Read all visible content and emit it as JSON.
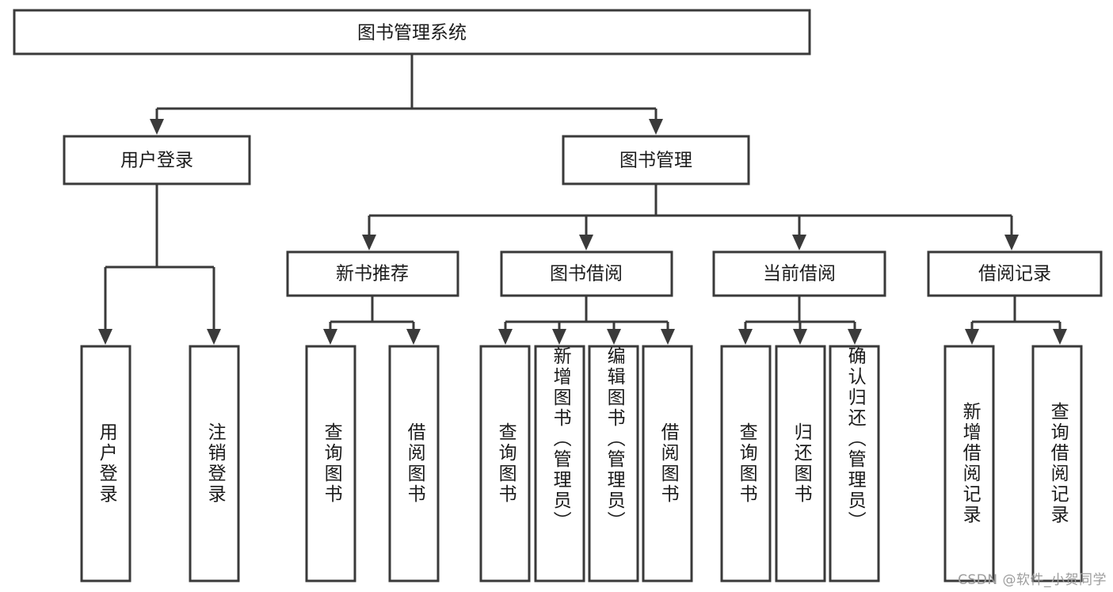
{
  "diagram": {
    "title": "图书管理系统",
    "type": "hierarchy-tree",
    "root": {
      "id": "root",
      "label": "图书管理系统",
      "orientation": "horizontal"
    },
    "level2": [
      {
        "id": "user-login",
        "label": "用户登录",
        "orientation": "horizontal"
      },
      {
        "id": "book-manage",
        "label": "图书管理",
        "orientation": "horizontal"
      }
    ],
    "level3": [
      {
        "id": "new-book-rec",
        "label": "新书推荐",
        "parent": "book-manage",
        "orientation": "horizontal"
      },
      {
        "id": "book-borrow",
        "label": "图书借阅",
        "parent": "book-manage",
        "orientation": "horizontal"
      },
      {
        "id": "current-borrow",
        "label": "当前借阅",
        "parent": "book-manage",
        "orientation": "horizontal"
      },
      {
        "id": "borrow-record",
        "label": "借阅记录",
        "parent": "book-manage",
        "orientation": "horizontal"
      }
    ],
    "leaves": [
      {
        "id": "leaf-user-login",
        "label": "用户登录",
        "parent": "user-login"
      },
      {
        "id": "leaf-user-logout",
        "label": "注销登录",
        "parent": "user-login"
      },
      {
        "id": "leaf-query-book-1",
        "label": "查询图书",
        "parent": "new-book-rec"
      },
      {
        "id": "leaf-borrow-book-1",
        "label": "借阅图书",
        "parent": "new-book-rec"
      },
      {
        "id": "leaf-query-book-2",
        "label": "查询图书",
        "parent": "book-borrow"
      },
      {
        "id": "leaf-add-book",
        "label": "新增图书（管理员）",
        "parent": "book-borrow"
      },
      {
        "id": "leaf-edit-book",
        "label": "编辑图书（管理员）",
        "parent": "book-borrow"
      },
      {
        "id": "leaf-borrow-book-2",
        "label": "借阅图书",
        "parent": "book-borrow"
      },
      {
        "id": "leaf-query-book-3",
        "label": "查询图书",
        "parent": "current-borrow"
      },
      {
        "id": "leaf-return-book",
        "label": "归还图书",
        "parent": "current-borrow"
      },
      {
        "id": "leaf-confirm-return",
        "label": "确认归还（管理员）",
        "parent": "current-borrow"
      },
      {
        "id": "leaf-add-record",
        "label": "新增借阅记录",
        "parent": "borrow-record"
      },
      {
        "id": "leaf-query-record",
        "label": "查询借阅记录",
        "parent": "borrow-record"
      }
    ],
    "colors": {
      "box_stroke": "#3a3a3a",
      "box_fill": "#ffffff",
      "connector": "#3a3a3a",
      "text": "#1b1b1b",
      "background": "#ffffff",
      "watermark": "#9d9d9d"
    }
  },
  "watermark": {
    "text": "CSDN @软件_小贺同学"
  }
}
